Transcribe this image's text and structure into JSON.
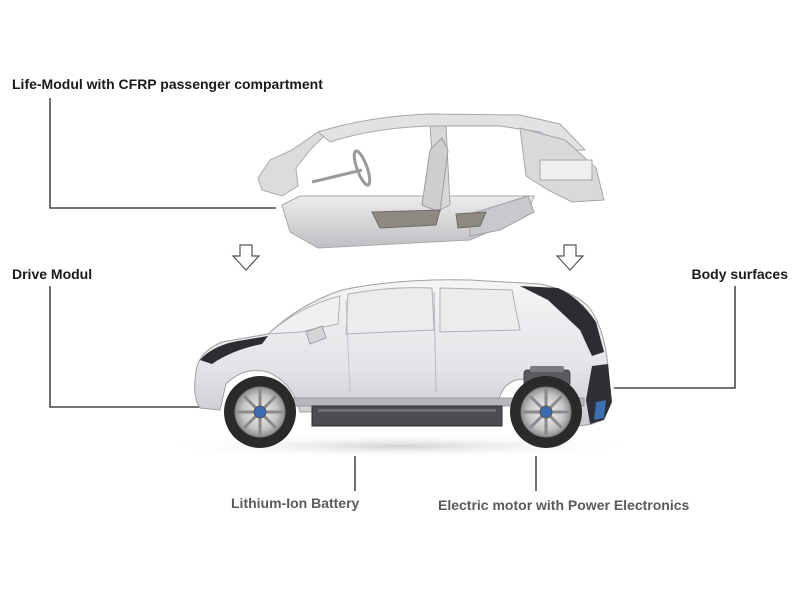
{
  "labels": {
    "life_module": "Life-Modul with CFRP passenger compartment",
    "drive_module": "Drive Modul",
    "body_surfaces": "Body surfaces",
    "battery": "Lithium-Ion Battery",
    "motor": "Electric motor with Power Electronics"
  },
  "colors": {
    "background": "#ffffff",
    "leader_line": "#222222",
    "label_dark": "#1a1a1a",
    "label_grey": "#5a5a5a",
    "car_body": "#e9e9ec",
    "carbon_frame": "#d6d6d8",
    "tire": "#2a2a2a",
    "battery": "#4b4d52",
    "accent_blue": "#3a6fb3"
  },
  "icons": [
    "arrow-down-outline-icon",
    "arrow-down-outline-icon"
  ]
}
